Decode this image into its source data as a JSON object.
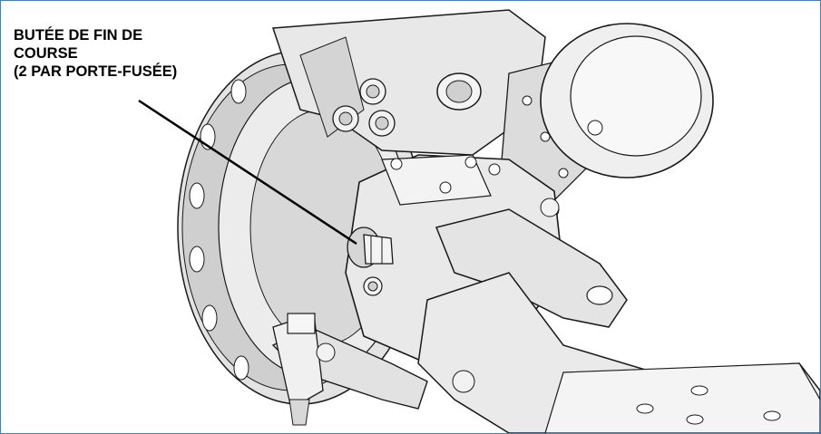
{
  "callout": {
    "line1": "BUTÉE DE FIN DE",
    "line2": "COURSE",
    "line3": "(2 PAR PORTE-FUSÉE)"
  },
  "colors": {
    "frame_border": "#4a7fb5",
    "part_fill": "#e6e6e6",
    "shadow_fill": "#c9c9c9",
    "line": "#1a1a1a",
    "leader": "#000000"
  }
}
